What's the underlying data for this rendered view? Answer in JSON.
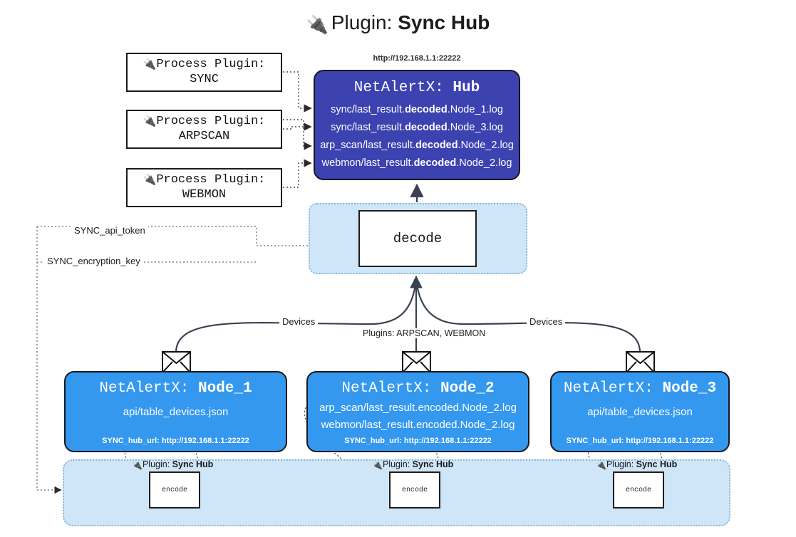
{
  "title": {
    "icon": "plug-icon",
    "prefix": "Plugin:",
    "name": "Sync Hub"
  },
  "process_plugins": [
    {
      "icon": "plug-icon",
      "line1": "Process Plugin:",
      "line2": "SYNC"
    },
    {
      "icon": "plug-icon",
      "line1": "Process Plugin:",
      "line2": "ARPSCAN"
    },
    {
      "icon": "plug-icon",
      "line1": "Process Plugin:",
      "line2": "WEBMON"
    }
  ],
  "hub": {
    "url": "http://192.168.1.1:22222",
    "title_prefix": "NetAlertX:",
    "title_name": "Hub",
    "lines": [
      {
        "pre": "sync/last_result.",
        "mid": "decoded",
        "post": ".Node_1.log"
      },
      {
        "pre": "sync/last_result.",
        "mid": "decoded",
        "post": ".Node_3.log"
      },
      {
        "pre": "arp_scan/last_result.",
        "mid": "decoded",
        "post": ".Node_2.log"
      },
      {
        "pre": "webmon/last_result.",
        "mid": "decoded",
        "post": ".Node_2.log"
      }
    ]
  },
  "decode": {
    "label": "decode"
  },
  "secrets": [
    {
      "label": "SYNC_api_token"
    },
    {
      "label": "SYNC_encryption_key"
    }
  ],
  "edge_labels": {
    "devices_left": "Devices",
    "devices_right": "Devices",
    "plugins_middle": "Plugins: ARPSCAN, WEBMON"
  },
  "nodes": [
    {
      "title_prefix": "NetAlertX:",
      "title_name": "Node_1",
      "lines": [
        "api/table_devices.json"
      ],
      "footer": "SYNC_hub_url: http://192.168.1.1:22222"
    },
    {
      "title_prefix": "NetAlertX:",
      "title_name": "Node_2",
      "lines": [
        "arp_scan/last_result.encoded.Node_2.log",
        "webmon/last_result.encoded.Node_2.log"
      ],
      "footer": "SYNC_hub_url: http://192.168.1.1:22222"
    },
    {
      "title_prefix": "NetAlertX:",
      "title_name": "Node_3",
      "lines": [
        "api/table_devices.json"
      ],
      "footer": "SYNC_hub_url: http://192.168.1.1:22222"
    }
  ],
  "encoders": [
    {
      "icon": "plug-icon",
      "label_prefix": "Plugin:",
      "label_name": "Sync Hub",
      "box": "encode"
    },
    {
      "icon": "plug-icon",
      "label_prefix": "Plugin:",
      "label_name": "Sync Hub",
      "box": "encode"
    },
    {
      "icon": "plug-icon",
      "label_prefix": "Plugin:",
      "label_name": "Sync Hub",
      "box": "encode"
    }
  ],
  "colors": {
    "hub": "#3c42b0",
    "node": "#3498ee",
    "container": "#cfe6f9",
    "container_border": "#8fb7d4",
    "stroke": "#16181f"
  }
}
